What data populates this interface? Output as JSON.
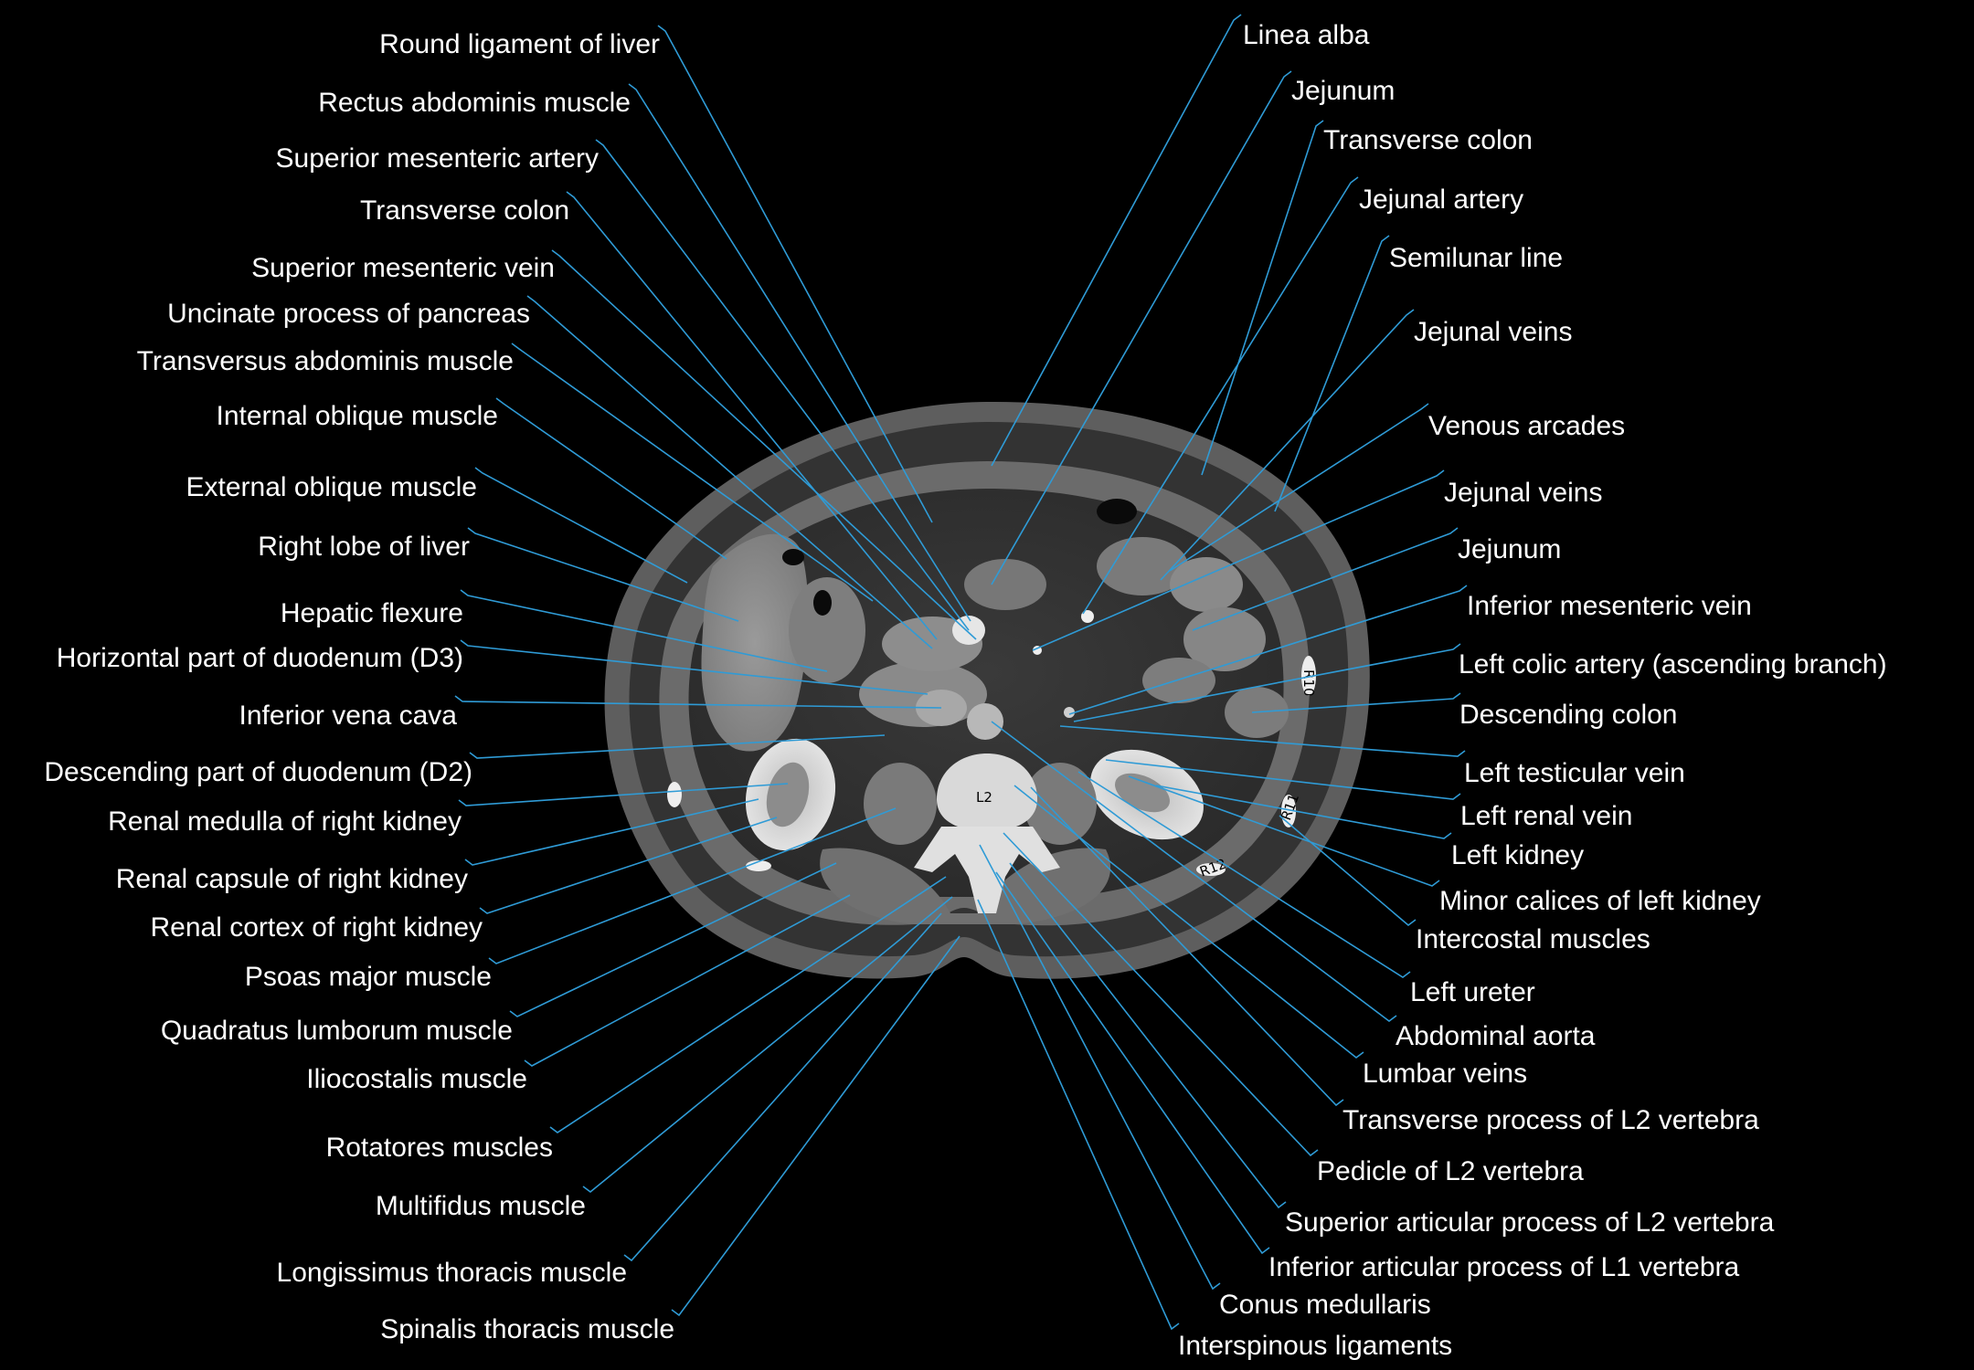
{
  "colors": {
    "background": "#000000",
    "leader_line": "#2f9bd6",
    "label_text": "#ffffff"
  },
  "scan": {
    "vertebra_marker": "L2",
    "rib_markers": [
      "R10",
      "R11",
      "R12"
    ]
  },
  "labels_left": [
    "Round ligament of liver",
    "Rectus abdominis muscle",
    "Superior mesenteric artery",
    "Transverse colon",
    "Superior mesenteric vein",
    "Uncinate process of pancreas",
    "Transversus abdominis muscle",
    "Internal oblique muscle",
    "External oblique muscle",
    "Right lobe of liver",
    "Hepatic flexure",
    "Horizontal part of duodenum (D3)",
    "Inferior vena cava",
    "Descending part of duodenum (D2)",
    "Renal medulla of right kidney",
    "Renal capsule of right kidney",
    "Renal cortex of right kidney",
    "Psoas major muscle",
    "Quadratus lumborum muscle",
    "Iliocostalis muscle",
    "Rotatores muscles",
    "Multifidus muscle",
    "Longissimus thoracis muscle",
    "Spinalis thoracis muscle"
  ],
  "labels_right": [
    "Linea alba",
    "Jejunum",
    "Transverse colon",
    "Jejunal artery",
    "Semilunar line",
    "Jejunal veins",
    "Venous arcades",
    "Jejunal veins",
    "Jejunum",
    "Inferior mesenteric vein",
    "Left colic  artery (ascending  branch)",
    "Descending colon",
    "Left testicular vein",
    "Left renal vein",
    "Left kidney",
    "Minor calices of left kidney",
    "Intercostal muscles",
    "Left ureter",
    "Abdominal aorta",
    "Lumbar veins",
    "Transverse process of L2 vertebra",
    "Pedicle of L2 vertebra",
    "Superior articular process of L2 vertebra",
    "Inferior articular process of L1 vertebra",
    "Conus medullaris",
    "Interspinous ligaments"
  ]
}
